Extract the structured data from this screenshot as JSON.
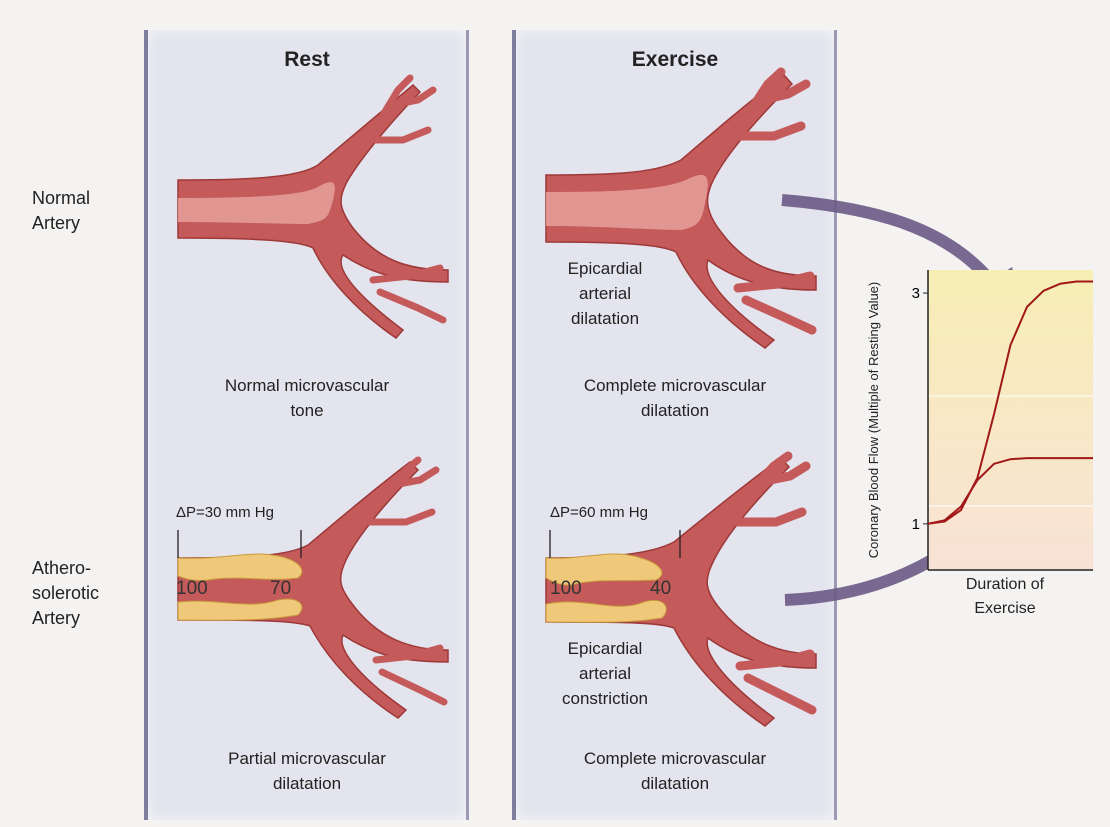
{
  "columns": {
    "rest": {
      "title": "Rest",
      "normal_caption": "Normal microvascular\ntone",
      "athero_caption": "Partial microvascular\ndilatation",
      "delta_p": "ΔP=30 mm Hg",
      "pressure_in": "100",
      "pressure_out": "70"
    },
    "exercise": {
      "title": "Exercise",
      "normal_epicardial": "Epicardial\narterial\ndilatation",
      "normal_caption": "Complete microvascular\ndilatation",
      "athero_epicardial": "Epicardial\narterial\nconstriction",
      "athero_caption": "Complete microvascular\ndilatation",
      "delta_p": "ΔP=60 mm Hg",
      "pressure_in": "100",
      "pressure_out": "40"
    }
  },
  "row_labels": {
    "normal": "Normal\nArtery",
    "athero": "Athero-\nsolerotic\nArtery"
  },
  "colors": {
    "vessel_outer": "#c45a5a",
    "vessel_inner": "#e9a5a0",
    "plaque": "#f0c87a",
    "curve": "#a01818",
    "arrow": "#6c5a86",
    "graph_bg_top": "#f7eeb4",
    "graph_bg_bottom": "#f8e2d6"
  },
  "chart_data": {
    "type": "line",
    "ylabel": "Coronary Blood Flow (Multiple of Resting Value)",
    "xlabel": "Duration of Exercise",
    "y_ticks": [
      "1",
      "3"
    ],
    "ylim": [
      0.6,
      3.2
    ],
    "series": [
      {
        "x": [
          0,
          0.1,
          0.2,
          0.3,
          0.4,
          0.5,
          0.6,
          0.7,
          0.8,
          0.9,
          1.0
        ],
        "y": [
          1.0,
          1.02,
          1.12,
          1.4,
          1.95,
          2.55,
          2.88,
          3.02,
          3.08,
          3.1,
          3.1
        ]
      },
      {
        "x": [
          0,
          0.1,
          0.2,
          0.3,
          0.4,
          0.5,
          0.6,
          0.7,
          0.8,
          0.9,
          1.0
        ],
        "y": [
          1.0,
          1.03,
          1.15,
          1.38,
          1.52,
          1.56,
          1.57,
          1.57,
          1.57,
          1.57,
          1.57
        ]
      }
    ]
  }
}
